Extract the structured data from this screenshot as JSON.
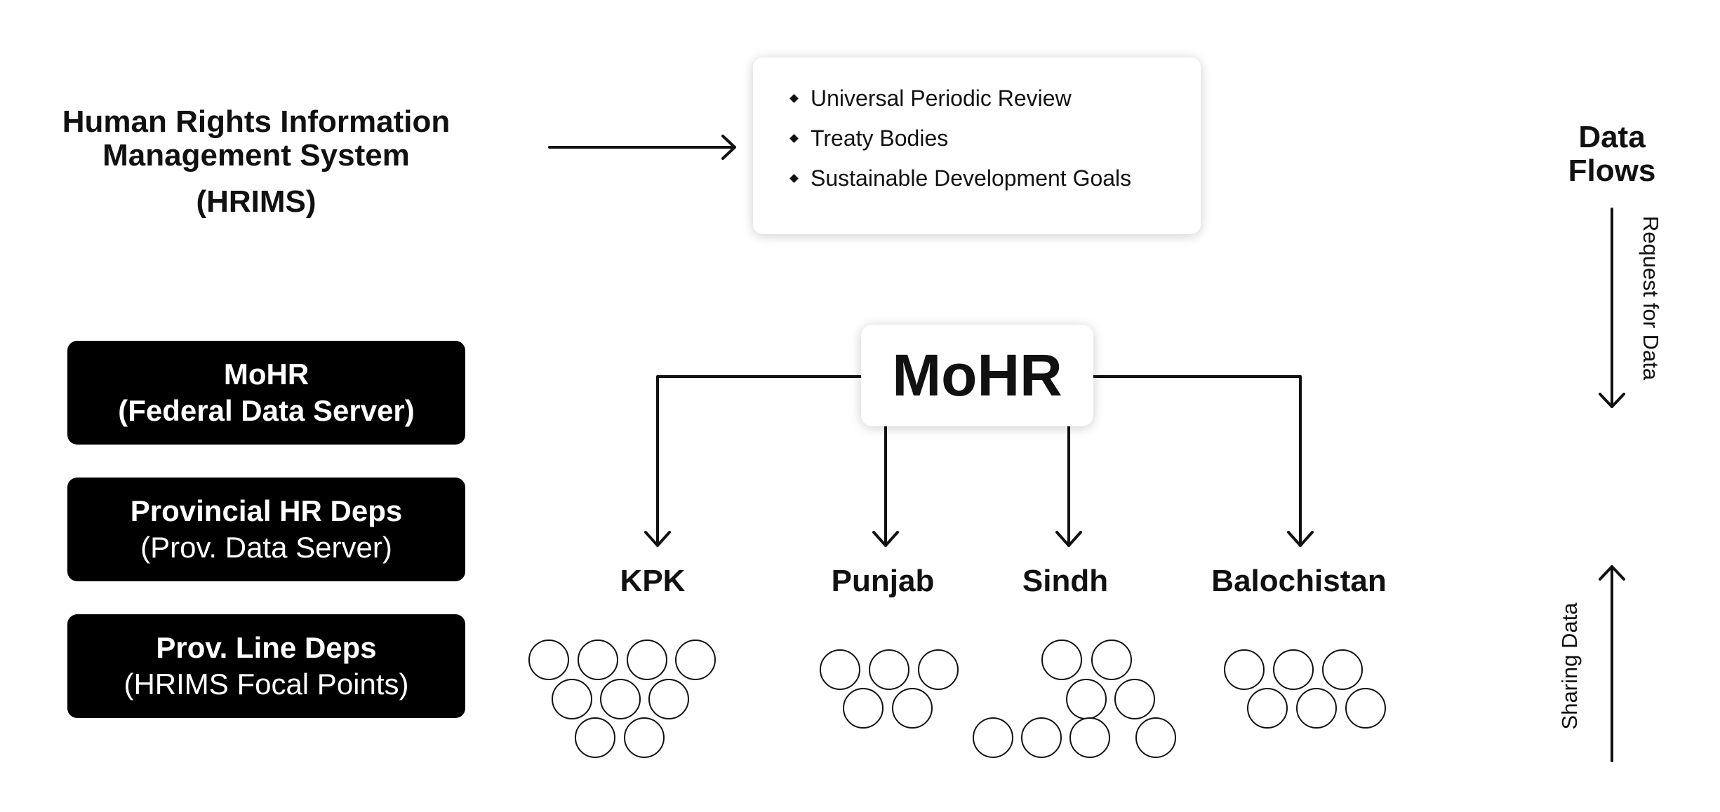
{
  "header": {
    "system_title_line1": "Human Rights Information",
    "system_title_line2": "Management System",
    "system_acronym": "(HRIMS)"
  },
  "reporting": {
    "items": [
      "Universal Periodic Review",
      "Treaty Bodies",
      "Sustainable Development Goals"
    ]
  },
  "levels": [
    {
      "line1": "MoHR",
      "line2": "(Federal Data Server)"
    },
    {
      "line1": "Provincial HR Deps",
      "line2": "(Prov. Data Server)"
    },
    {
      "line1": "Prov. Line Deps",
      "line2": "(HRIMS Focal Points)"
    }
  ],
  "center": {
    "label": "MoHR"
  },
  "provinces": [
    {
      "name": "KPK",
      "focal_point_count": 9
    },
    {
      "name": "Punjab",
      "focal_point_count": 5
    },
    {
      "name": "Sindh",
      "focal_point_count": 8
    },
    {
      "name": "Balochistan",
      "focal_point_count": 6
    }
  ],
  "flows": {
    "title_line1": "Data",
    "title_line2": "Flows",
    "down_label": "Request for Data",
    "up_label": "Sharing Data"
  }
}
